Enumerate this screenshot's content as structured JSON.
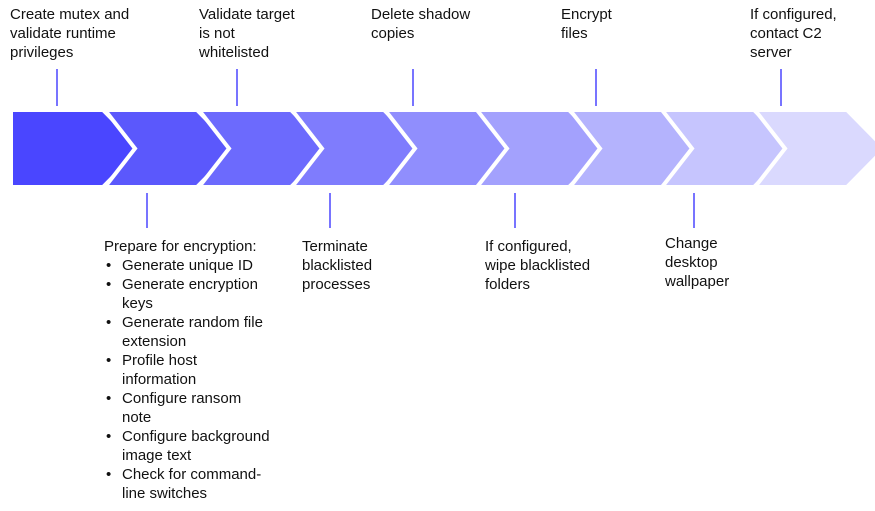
{
  "steps": [
    {
      "label": "Create mutex and\nvalidate runtime\nprivileges",
      "color": "#4a46ff"
    },
    {
      "label": "Prepare for encryption:",
      "color": "#5b58fc",
      "bullets": [
        "Generate unique ID",
        "Generate encryption\nkeys",
        "Generate random file\nextension",
        "Profile host\ninformation",
        "Configure ransom\nnote",
        "Configure background\nimage text",
        "Check for command-\nline switches"
      ]
    },
    {
      "label": "Validate target\nis not\nwhitelisted",
      "color": "#6c6afd"
    },
    {
      "label": "Terminate\nblacklisted\nprocesses",
      "color": "#7f7cfd"
    },
    {
      "label": "Delete shadow\ncopies",
      "color": "#908efd"
    },
    {
      "label": "If configured,\nwipe blacklisted\nfolders",
      "color": "#a3a1fd"
    },
    {
      "label": "Encrypt\nfiles",
      "color": "#b4b3fd"
    },
    {
      "label": "Change\ndesktop\nwallpaper",
      "color": "#c6c5fe"
    },
    {
      "label": "If configured,\ncontact C2\nserver",
      "color": "#dad9fe"
    }
  ],
  "connector_color": "#4a46ff"
}
